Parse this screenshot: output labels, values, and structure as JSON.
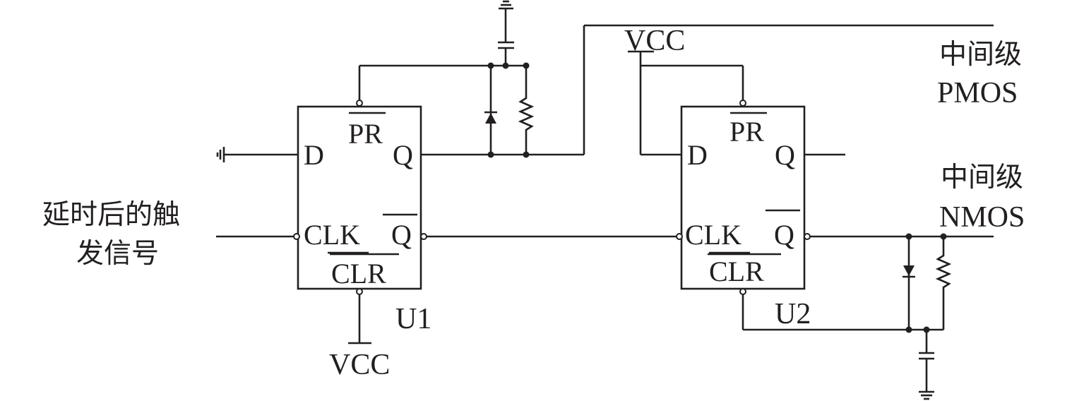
{
  "u1": {
    "name": "U1",
    "pins": {
      "d": "D",
      "pr": "PR",
      "q": "Q",
      "clk": "CLK",
      "qbar": "Q",
      "clr": "CLR"
    },
    "clr_supply": "VCC"
  },
  "u2": {
    "name": "U2",
    "pins": {
      "d": "D",
      "pr": "PR",
      "q": "Q",
      "clk": "CLK",
      "qbar": "Q",
      "clr": "CLR"
    }
  },
  "top_supply": "VCC",
  "input_label": {
    "line1": "延时后的触",
    "line2": "发信号"
  },
  "output_pmos": {
    "line1": "中间级",
    "line2": "PMOS"
  },
  "output_nmos": {
    "line1": "中间级",
    "line2": "NMOS"
  }
}
